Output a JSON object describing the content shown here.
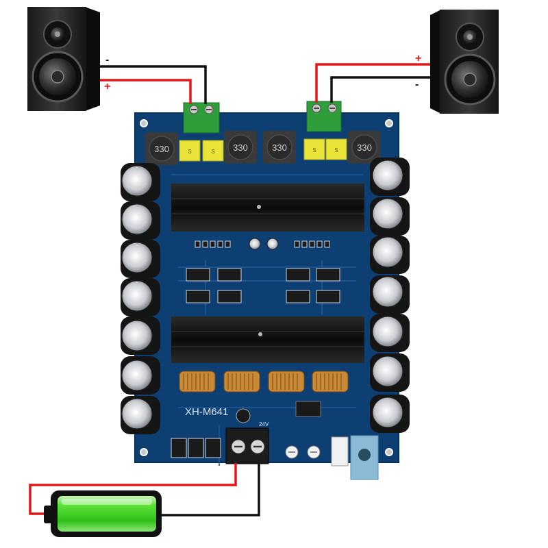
{
  "speakers": {
    "left": {
      "plus": "+",
      "minus": "-"
    },
    "right": {
      "plus": "+",
      "minus": "-"
    }
  },
  "board": {
    "model": "XH-M641",
    "voltage_mark": "24V",
    "inductor_code": "330",
    "terminal_codes": [
      "S",
      "S",
      "S",
      "S"
    ]
  },
  "colors": {
    "wire_positive": "#e0161b",
    "wire_negative": "#111111",
    "pcb": "#0e3f73",
    "battery": "#33d320"
  }
}
